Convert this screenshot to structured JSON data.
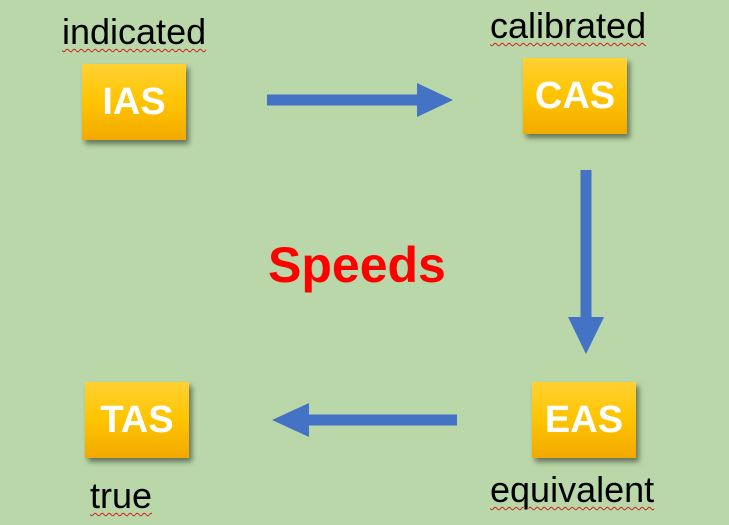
{
  "title": "Speeds",
  "colors": {
    "background": "#b9d7a8",
    "arrow": "#4472c4",
    "title": "#ff0000",
    "box": "#ffc000"
  },
  "nodes": [
    {
      "id": "ias",
      "label": "IAS",
      "caption": "indicated"
    },
    {
      "id": "cas",
      "label": "CAS",
      "caption": "calibrated"
    },
    {
      "id": "eas",
      "label": "EAS",
      "caption": "equivalent"
    },
    {
      "id": "tas",
      "label": "TAS",
      "caption": "true"
    }
  ],
  "edges": [
    {
      "from": "ias",
      "to": "cas"
    },
    {
      "from": "cas",
      "to": "eas"
    },
    {
      "from": "eas",
      "to": "tas"
    }
  ]
}
